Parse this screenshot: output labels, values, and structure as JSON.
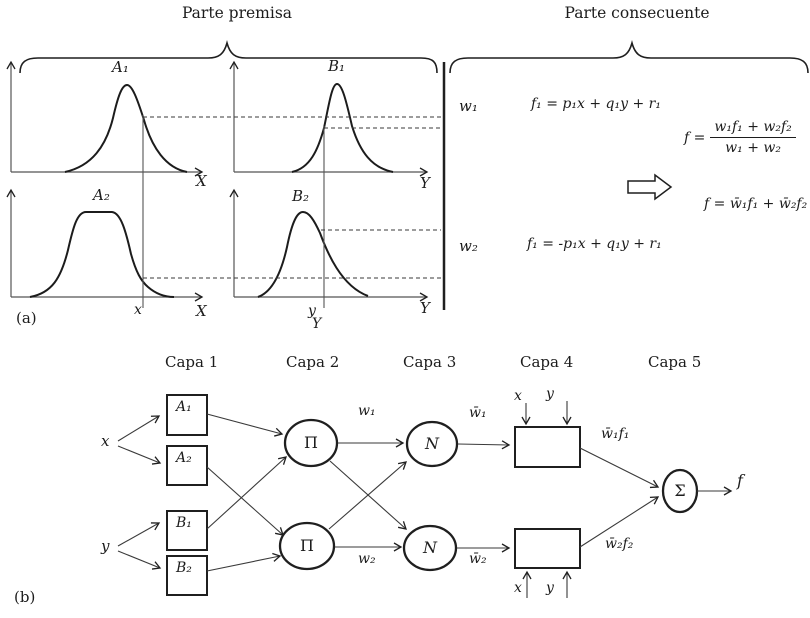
{
  "part_a": {
    "panel_label": "(a)",
    "premise_title": "Parte premisa",
    "consequent_title": "Parte consecuente",
    "mf_labels": {
      "a1": "A₁",
      "b1": "B₁",
      "a2": "A₂",
      "b2": "B₂"
    },
    "axis_labels": {
      "x_top": "X",
      "y_top": "Y",
      "x_bottom": "X",
      "y_bottom": "Y"
    },
    "input_labels": {
      "x": "x",
      "y": "y",
      "y_domain": "Y"
    },
    "firing_strengths": {
      "w1": "w₁",
      "w2": "w₂"
    },
    "rules": {
      "rule1": "f₁ = p₁x + q₁y + r₁",
      "rule2": "f₁ = -p₁x + q₁y + r₁"
    },
    "output": {
      "prefix": "f =",
      "numerator": "w₁f₁ + w₂f₂",
      "denominator": "w₁ + w₂",
      "normalized": "f = w̄₁f₁ + w̄₂f₂"
    }
  },
  "part_b": {
    "panel_label": "(b)",
    "layer_titles": [
      "Capa 1",
      "Capa 2",
      "Capa 3",
      "Capa 4",
      "Capa 5"
    ],
    "input_labels": {
      "x": "x",
      "y": "y"
    },
    "node_labels": {
      "a1": "A₁",
      "a2": "A₂",
      "b1": "B₁",
      "b2": "B₂",
      "product": "Π",
      "norm": "N",
      "sum": "Σ"
    },
    "signal_labels": {
      "w1": "w₁",
      "w2": "w₂",
      "wbar1": "w̄₁",
      "wbar2": "w̄₂",
      "wf1": "w̄₁f₁",
      "wf2": "w̄₂f₂",
      "output": "f"
    },
    "defuzz_inputs": {
      "x": "x",
      "y": "y"
    }
  }
}
